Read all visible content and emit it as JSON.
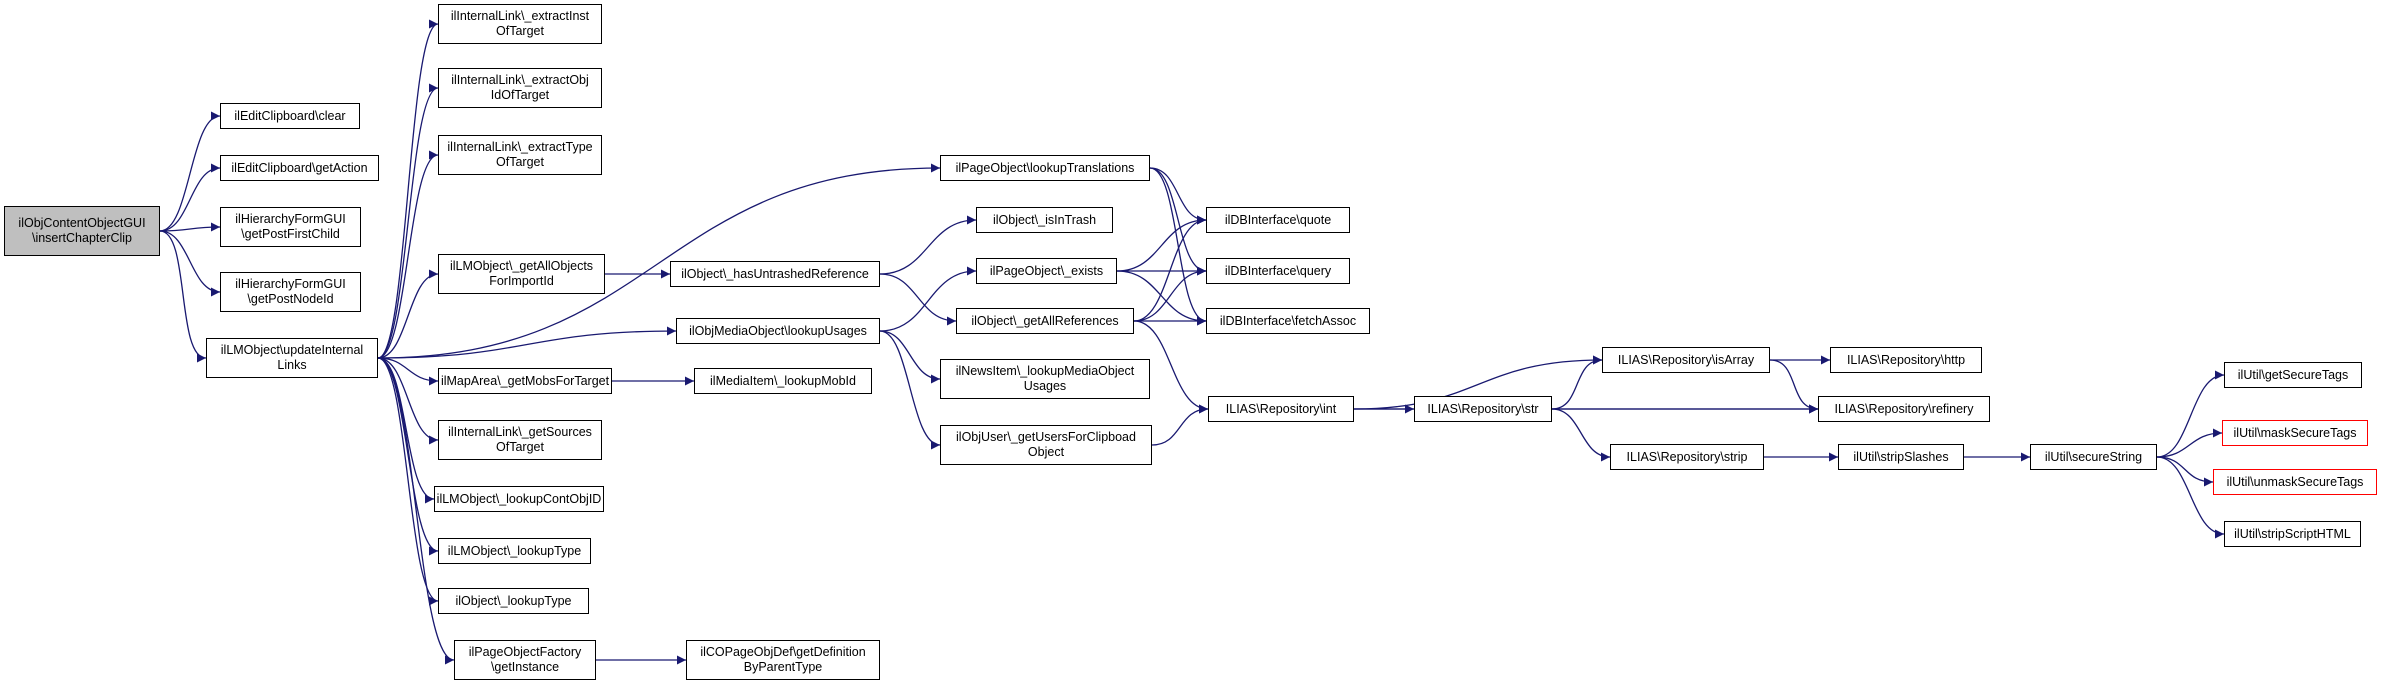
{
  "colors": {
    "edge": "#191970",
    "node_border": "#000000",
    "root_fill": "#bfbfbf",
    "truncated_border": "#ff0000"
  },
  "nodes": [
    {
      "id": "root",
      "label": "ilObjContentObjectGUI\n\\insertChapterClip",
      "root": true
    },
    {
      "id": "clear",
      "label": "ilEditClipboard\\clear"
    },
    {
      "id": "getAction",
      "label": "ilEditClipboard\\getAction"
    },
    {
      "id": "getPostFirstChild",
      "label": "ilHierarchyFormGUI\n\\getPostFirstChild"
    },
    {
      "id": "getPostNodeId",
      "label": "ilHierarchyFormGUI\n\\getPostNodeId"
    },
    {
      "id": "updateInternalLinks",
      "label": "ilLMObject\\updateInternal\nLinks"
    },
    {
      "id": "extractInst",
      "label": "ilInternalLink\\_extractInst\nOfTarget"
    },
    {
      "id": "extractObj",
      "label": "ilInternalLink\\_extractObj\nIdOfTarget"
    },
    {
      "id": "extractType",
      "label": "ilInternalLink\\_extractType\nOfTarget"
    },
    {
      "id": "getAllObjects",
      "label": "ilLMObject\\_getAllObjects\nForImportId"
    },
    {
      "id": "getMobsForTarget",
      "label": "ilMapArea\\_getMobsForTarget"
    },
    {
      "id": "getSources",
      "label": "ilInternalLink\\_getSources\nOfTarget"
    },
    {
      "id": "lookupContObjID",
      "label": "ilLMObject\\_lookupContObjID"
    },
    {
      "id": "lmLookupType",
      "label": "ilLMObject\\_lookupType"
    },
    {
      "id": "objLookupType",
      "label": "ilObject\\_lookupType"
    },
    {
      "id": "getInstance",
      "label": "ilPageObjectFactory\n\\getInstance"
    },
    {
      "id": "getDefinition",
      "label": "ilCOPageObjDef\\getDefinition\nByParentType"
    },
    {
      "id": "hasUntrashed",
      "label": "ilObject\\_hasUntrashedReference"
    },
    {
      "id": "lookupUsages",
      "label": "ilObjMediaObject\\lookupUsages"
    },
    {
      "id": "lookupMobId",
      "label": "ilMediaItem\\_lookupMobId"
    },
    {
      "id": "lookupTranslations",
      "label": "ilPageObject\\lookupTranslations"
    },
    {
      "id": "isInTrash",
      "label": "ilObject\\_isInTrash"
    },
    {
      "id": "pageExists",
      "label": "ilPageObject\\_exists"
    },
    {
      "id": "getAllReferences",
      "label": "ilObject\\_getAllReferences"
    },
    {
      "id": "newsLookup",
      "label": "ilNewsItem\\_lookupMediaObject\nUsages"
    },
    {
      "id": "getUsersForClip",
      "label": "ilObjUser\\_getUsersForClipboad\nObject"
    },
    {
      "id": "quote",
      "label": "ilDBInterface\\quote"
    },
    {
      "id": "query",
      "label": "ilDBInterface\\query"
    },
    {
      "id": "fetchAssoc",
      "label": "ilDBInterface\\fetchAssoc"
    },
    {
      "id": "repoInt",
      "label": "ILIAS\\Repository\\int"
    },
    {
      "id": "repoStr",
      "label": "ILIAS\\Repository\\str"
    },
    {
      "id": "isArray",
      "label": "ILIAS\\Repository\\isArray"
    },
    {
      "id": "strip",
      "label": "ILIAS\\Repository\\strip"
    },
    {
      "id": "http",
      "label": "ILIAS\\Repository\\http"
    },
    {
      "id": "refinery",
      "label": "ILIAS\\Repository\\refinery"
    },
    {
      "id": "stripSlashes",
      "label": "ilUtil\\stripSlashes"
    },
    {
      "id": "secureString",
      "label": "ilUtil\\secureString"
    },
    {
      "id": "getSecureTags",
      "label": "ilUtil\\getSecureTags"
    },
    {
      "id": "maskSecureTags",
      "label": "ilUtil\\maskSecureTags",
      "truncated": true
    },
    {
      "id": "unmaskSecureTags",
      "label": "ilUtil\\unmaskSecureTags",
      "truncated": true
    },
    {
      "id": "stripScriptHTML",
      "label": "ilUtil\\stripScriptHTML"
    }
  ],
  "edges": [
    [
      "root",
      "clear"
    ],
    [
      "root",
      "getAction"
    ],
    [
      "root",
      "getPostFirstChild"
    ],
    [
      "root",
      "getPostNodeId"
    ],
    [
      "root",
      "updateInternalLinks"
    ],
    [
      "updateInternalLinks",
      "extractInst"
    ],
    [
      "updateInternalLinks",
      "extractObj"
    ],
    [
      "updateInternalLinks",
      "extractType"
    ],
    [
      "updateInternalLinks",
      "lookupTranslations"
    ],
    [
      "updateInternalLinks",
      "getAllObjects"
    ],
    [
      "updateInternalLinks",
      "lookupUsages"
    ],
    [
      "updateInternalLinks",
      "getMobsForTarget"
    ],
    [
      "updateInternalLinks",
      "getSources"
    ],
    [
      "updateInternalLinks",
      "lookupContObjID"
    ],
    [
      "updateInternalLinks",
      "lmLookupType"
    ],
    [
      "updateInternalLinks",
      "objLookupType"
    ],
    [
      "updateInternalLinks",
      "getInstance"
    ],
    [
      "getAllObjects",
      "hasUntrashed"
    ],
    [
      "hasUntrashed",
      "isInTrash"
    ],
    [
      "hasUntrashed",
      "getAllReferences"
    ],
    [
      "getMobsForTarget",
      "lookupMobId"
    ],
    [
      "getInstance",
      "getDefinition"
    ],
    [
      "lookupUsages",
      "pageExists"
    ],
    [
      "lookupUsages",
      "newsLookup"
    ],
    [
      "lookupUsages",
      "getUsersForClip"
    ],
    [
      "lookupTranslations",
      "quote"
    ],
    [
      "lookupTranslations",
      "query"
    ],
    [
      "lookupTranslations",
      "fetchAssoc"
    ],
    [
      "pageExists",
      "quote"
    ],
    [
      "pageExists",
      "query"
    ],
    [
      "pageExists",
      "fetchAssoc"
    ],
    [
      "getAllReferences",
      "quote"
    ],
    [
      "getAllReferences",
      "query"
    ],
    [
      "getAllReferences",
      "fetchAssoc"
    ],
    [
      "getAllReferences",
      "repoInt"
    ],
    [
      "getUsersForClip",
      "repoInt"
    ],
    [
      "repoInt",
      "isArray"
    ],
    [
      "repoInt",
      "repoStr"
    ],
    [
      "repoInt",
      "refinery"
    ],
    [
      "repoStr",
      "isArray"
    ],
    [
      "repoStr",
      "refinery"
    ],
    [
      "repoStr",
      "strip"
    ],
    [
      "isArray",
      "http"
    ],
    [
      "isArray",
      "refinery"
    ],
    [
      "strip",
      "stripSlashes"
    ],
    [
      "stripSlashes",
      "secureString"
    ],
    [
      "secureString",
      "getSecureTags"
    ],
    [
      "secureString",
      "maskSecureTags"
    ],
    [
      "secureString",
      "unmaskSecureTags"
    ],
    [
      "secureString",
      "stripScriptHTML"
    ]
  ]
}
